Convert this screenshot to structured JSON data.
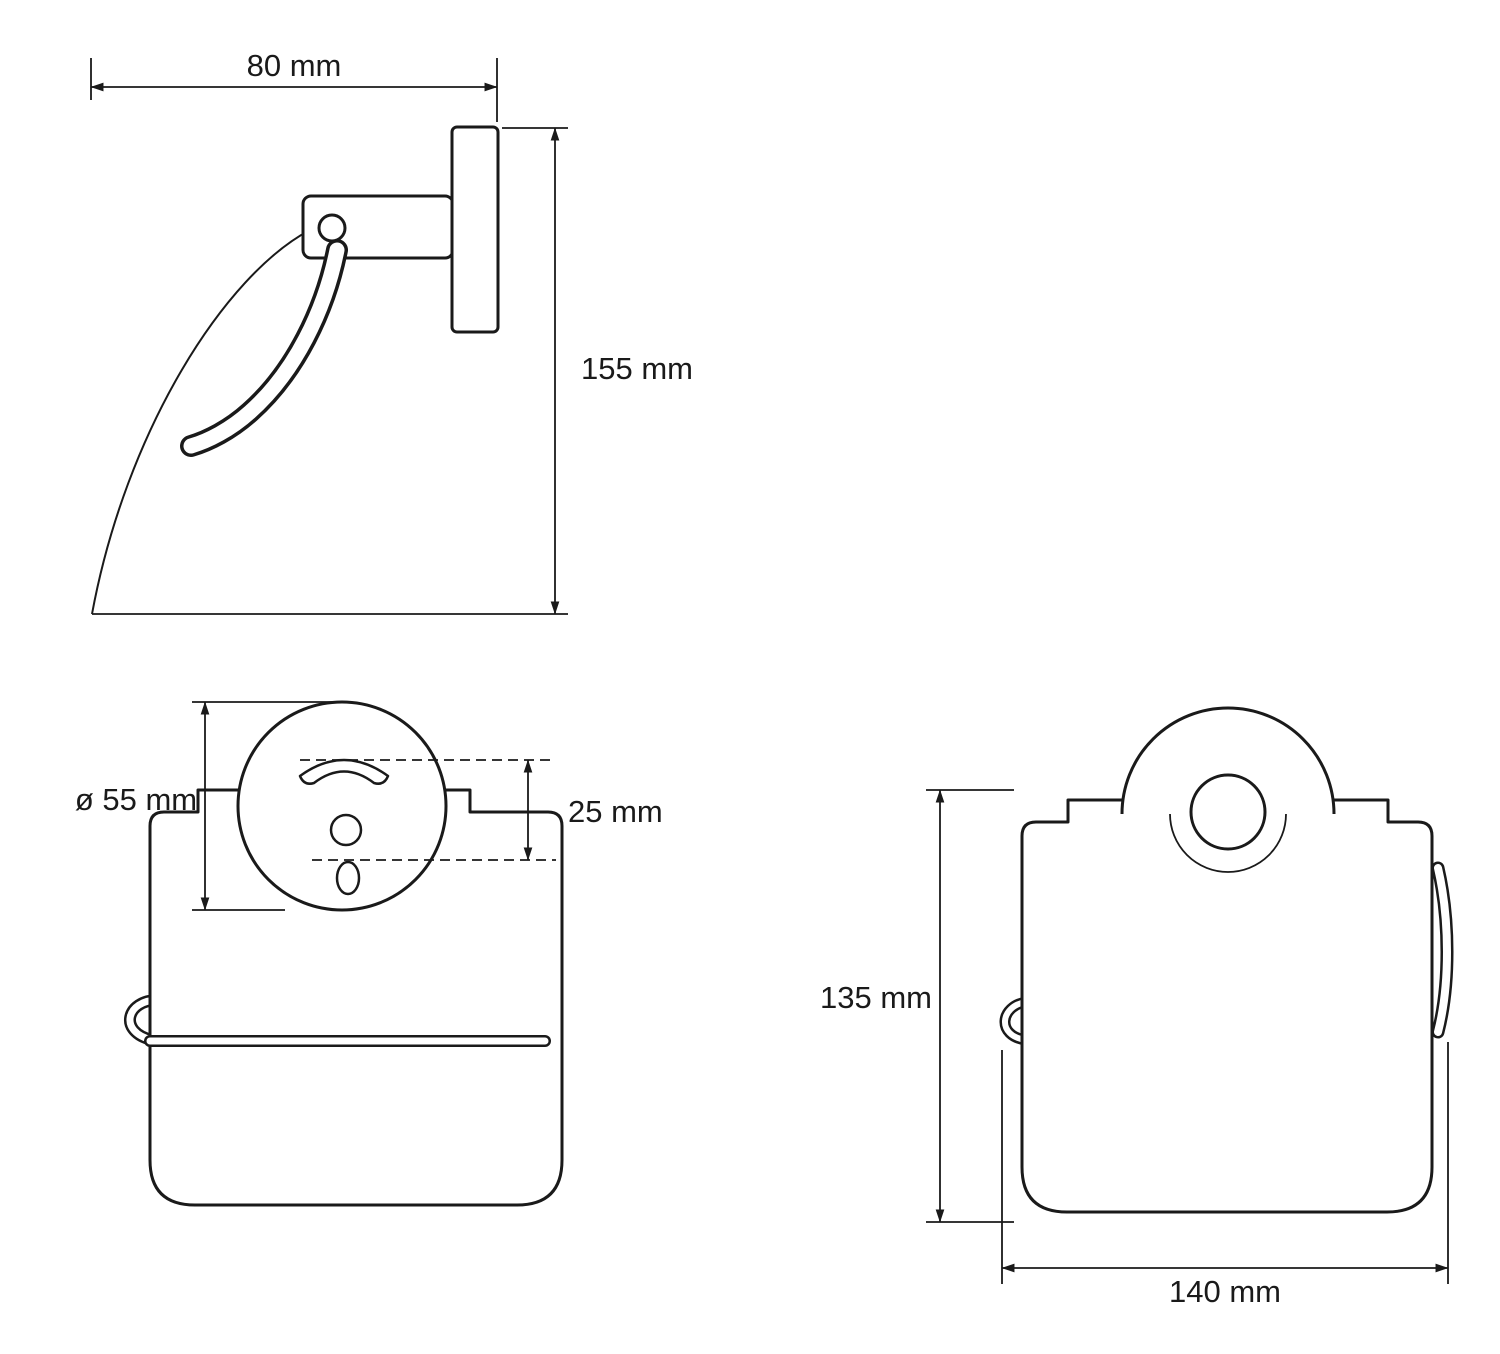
{
  "page": {
    "background_color": "#ffffff",
    "line_color": "#1a1a1a"
  },
  "views": {
    "side": {
      "dim_width": "80 mm",
      "dim_height": "155 mm"
    },
    "front_detail": {
      "dim_diameter": "ø 55 mm",
      "dim_spacing": "25 mm"
    },
    "front": {
      "dim_height": "135 mm",
      "dim_width": "140 mm"
    }
  }
}
